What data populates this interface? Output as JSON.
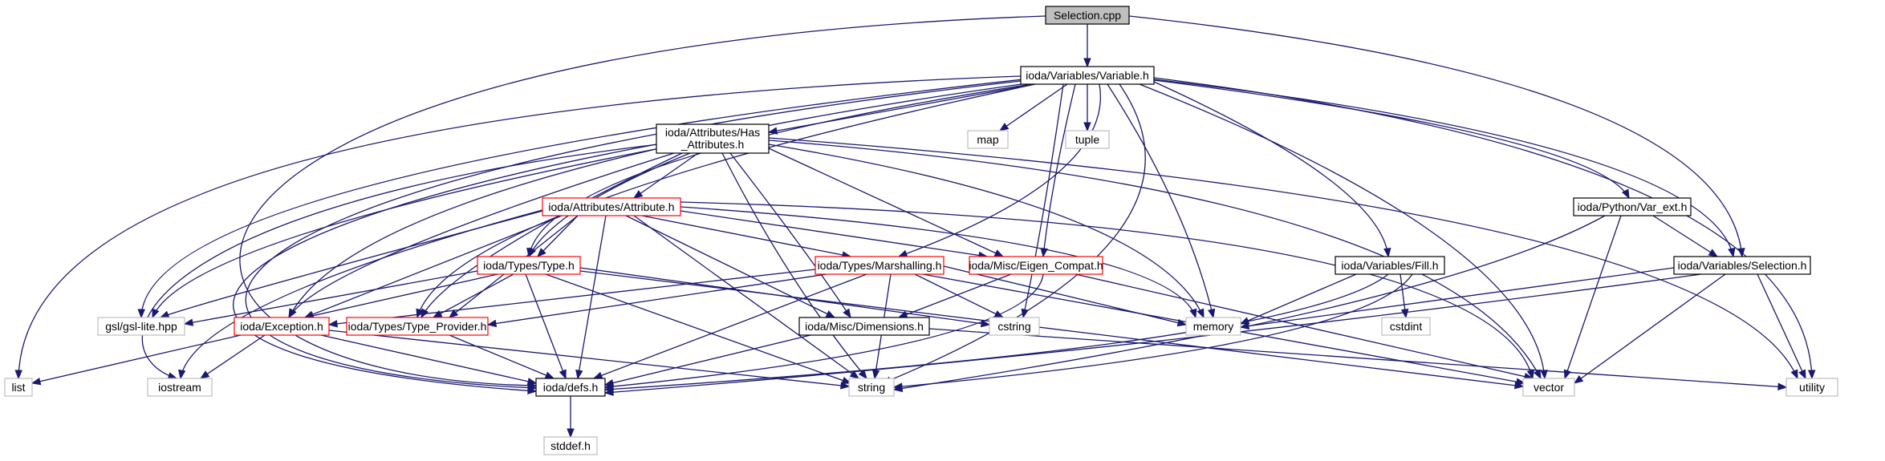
{
  "nodes": {
    "selection_cpp": {
      "label": "Selection.cpp",
      "style": "root"
    },
    "variable_h": {
      "label": "ioda/Variables/Variable.h",
      "style": "black"
    },
    "has_attributes_1": {
      "label": "ioda/Attributes/Has",
      "style": "black"
    },
    "has_attributes_2": {
      "label": "_Attributes.h",
      "style": "black"
    },
    "map": {
      "label": "map",
      "style": "gray"
    },
    "tuple": {
      "label": "tuple",
      "style": "gray"
    },
    "attribute_h": {
      "label": "ioda/Attributes/Attribute.h",
      "style": "red"
    },
    "type_h": {
      "label": "ioda/Types/Type.h",
      "style": "red"
    },
    "marshalling_h": {
      "label": "ioda/Types/Marshalling.h",
      "style": "red"
    },
    "eigen_compat_h": {
      "label": "ioda/Misc/Eigen_Compat.h",
      "style": "red"
    },
    "fill_h": {
      "label": "ioda/Variables/Fill.h",
      "style": "black"
    },
    "var_ext_h": {
      "label": "ioda/Python/Var_ext.h",
      "style": "black"
    },
    "selection_h": {
      "label": "ioda/Variables/Selection.h",
      "style": "black"
    },
    "gsl_lite": {
      "label": "gsl/gsl-lite.hpp",
      "style": "gray"
    },
    "exception_h": {
      "label": "ioda/Exception.h",
      "style": "red"
    },
    "type_provider_h": {
      "label": "ioda/Types/Type_Provider.h",
      "style": "red"
    },
    "cstring": {
      "label": "cstring",
      "style": "gray"
    },
    "dimensions_h": {
      "label": "ioda/Misc/Dimensions.h",
      "style": "black"
    },
    "memory": {
      "label": "memory",
      "style": "gray"
    },
    "cstdint": {
      "label": "cstdint",
      "style": "gray"
    },
    "list": {
      "label": "list",
      "style": "gray"
    },
    "iostream": {
      "label": "iostream",
      "style": "gray"
    },
    "defs_h": {
      "label": "ioda/defs.h",
      "style": "black"
    },
    "string": {
      "label": "string",
      "style": "gray"
    },
    "vector": {
      "label": "vector",
      "style": "gray"
    },
    "utility": {
      "label": "utility",
      "style": "gray"
    },
    "stddef_h": {
      "label": "stddef.h",
      "style": "gray"
    }
  },
  "colors": {
    "edge": "#191970",
    "root_fill": "#bfbfbf",
    "red_border": "#ff0000",
    "gray_border": "#bfbfbf",
    "black_border": "#000000",
    "node_fill": "#ffffff",
    "text": "#000000"
  }
}
